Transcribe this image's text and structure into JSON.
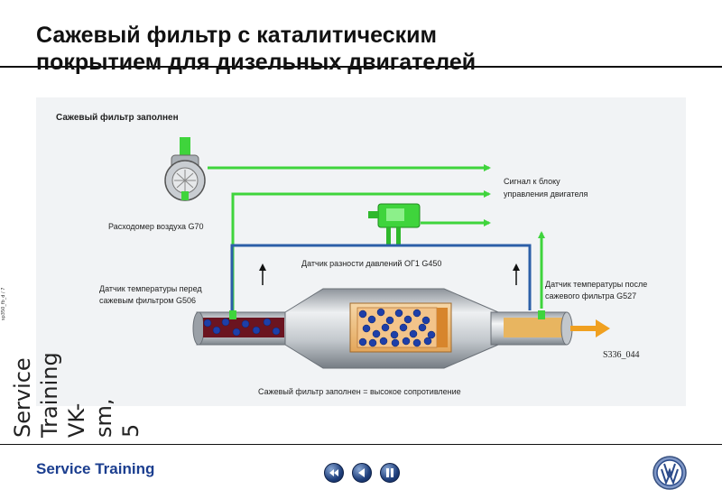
{
  "slide": {
    "title_line1": "Сажевый фильтр с каталитическим",
    "title_line2": "покрытием для дизельных двигателей",
    "vertical_code": "sp350_fb_d / 7",
    "side_label_lines": [
      "Service",
      "Training",
      "VK-",
      "sm,",
      "5"
    ]
  },
  "diagram": {
    "header": "Сажевый фильтр заполнен",
    "air_mass_meter": "Расходомер воздуха G70",
    "signal_line1": "Сигнал к блоку",
    "signal_line2": "управления двигателя",
    "pressure_sensor": "Датчик разности давлений ОГ1 G450",
    "temp_before_line1": "Датчик температуры перед",
    "temp_before_line2": "сажевым фильтром G506",
    "temp_after_line1": "Датчик температуры после",
    "temp_after_line2": "сажевого фильтра G527",
    "figure_code": "S336_044",
    "caption": "Сажевый фильтр заполнен = высокое сопротивление",
    "colors": {
      "signal_green": "#3fd43c",
      "exhaust_orange": "#f0a020",
      "soot_blue": "#1e3fa8",
      "pipe_grey": "#b9bec4",
      "frame_blue": "#2c5fa8"
    }
  },
  "footer": {
    "brand": "Service Training",
    "nav_icons": [
      "rewind-icon",
      "previous-icon",
      "pause-icon"
    ],
    "logo": "vw-logo"
  }
}
